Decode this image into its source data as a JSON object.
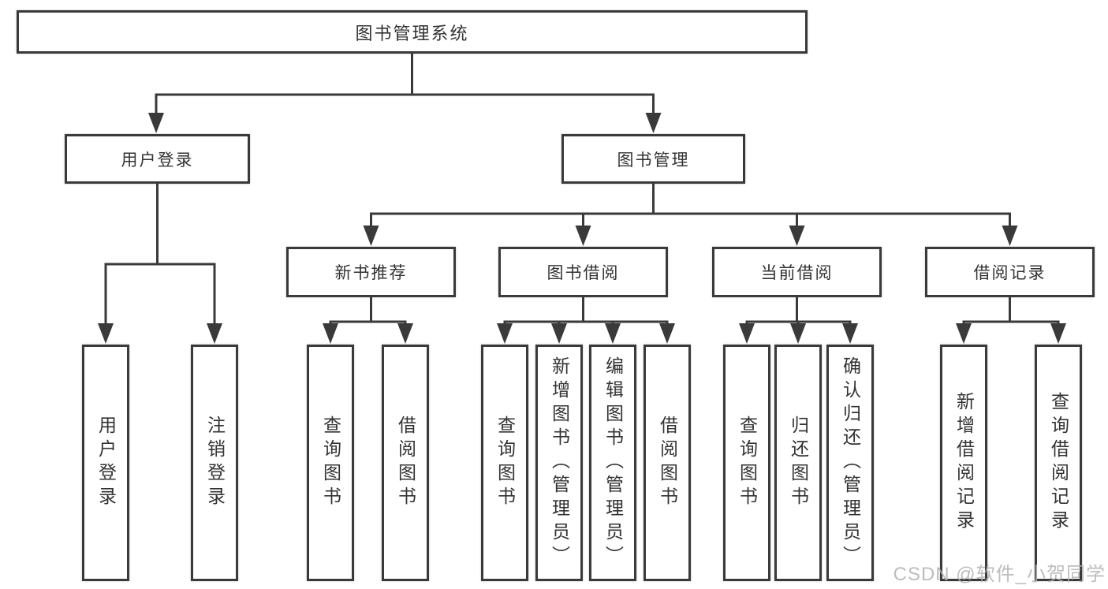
{
  "tree": {
    "root": "图书管理系统",
    "branches": [
      {
        "label": "用户登录",
        "children": [
          "用户登录",
          "注销登录"
        ]
      },
      {
        "label": "图书管理",
        "children": [
          {
            "label": "新书推荐",
            "children": [
              "查询图书",
              "借阅图书"
            ]
          },
          {
            "label": "图书借阅",
            "children": [
              "查询图书",
              "新增图书（管理员）",
              "编辑图书（管理员）",
              "借阅图书"
            ]
          },
          {
            "label": "当前借阅",
            "children": [
              "查询图书",
              "归还图书",
              "确认归还（管理员）"
            ]
          },
          {
            "label": "借阅记录",
            "children": [
              "新增借阅记录",
              "查询借阅记录"
            ]
          }
        ]
      }
    ]
  },
  "watermark": "CSDN @软件_小贺同学",
  "colors": {
    "line": "#3a3a3a",
    "text": "#333333",
    "watermark": "#b2b2b2",
    "background": "#ffffff"
  }
}
